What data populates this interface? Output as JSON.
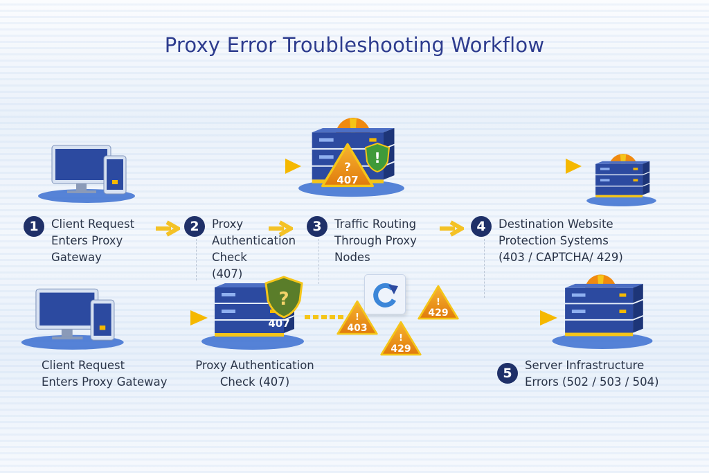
{
  "title": "Proxy Error Troubleshooting Workflow",
  "steps": [
    {
      "num": "1",
      "label": "Client Request\nEnters Proxy\nGateway"
    },
    {
      "num": "2",
      "label": "Proxy\nAuthentication\nCheck\n(407)"
    },
    {
      "num": "3",
      "label": "Traffic Routing\nThrough Proxy\nNodes"
    },
    {
      "num": "4",
      "label": "Destination Website\nProtection Systems\n(403 / CAPTCHA/ 429)"
    },
    {
      "num": "5",
      "label": "Server Infrastructure\nErrors (502 / 503 / 504)"
    }
  ],
  "captions": {
    "client": "Client Request\nEnters Proxy Gateway",
    "auth": "Proxy Authentication\nCheck (407)"
  },
  "badges": {
    "top_warning": "407",
    "top_warning_mark": "?",
    "shield_mark": "!",
    "auth_server": "407",
    "auth_shield": "?",
    "err_403": "403",
    "err_429a": "429",
    "err_429b": "429",
    "bang": "!"
  },
  "colors": {
    "navy": "#1f3068",
    "server": "#2c4aa0",
    "accent": "#f5b800",
    "warning": "#f08a10"
  }
}
